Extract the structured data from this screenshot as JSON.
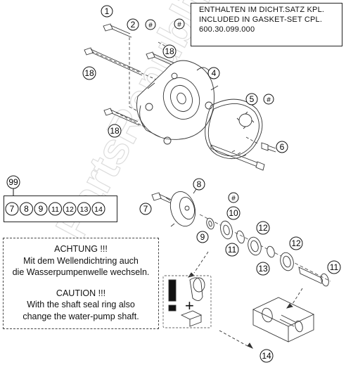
{
  "gasket_note": {
    "line1": "ENTHALTEN IM DICHT.SATZ KPL.",
    "line2": "INCLUDED IN GASKET-SET CPL.",
    "line3": "600.30.099.000"
  },
  "warning_note": {
    "de_title": "ACHTUNG !!!",
    "de_line1": "Mit dem Wellendichtring auch",
    "de_line2": "die Wasserpumpenwelle wechseln.",
    "en_title": "CAUTION !!!",
    "en_line1": "With the shaft seal ring also",
    "en_line2": "change the water-pump shaft."
  },
  "set_callout": {
    "label": "99",
    "items": [
      "7",
      "8",
      "9",
      "11",
      "12",
      "13",
      "14"
    ]
  },
  "callouts": {
    "c1": "1",
    "c2": "2",
    "c4": "4",
    "c5": "5",
    "c6": "6",
    "c7": "7",
    "c8": "8",
    "c9": "9",
    "c10": "10",
    "c11a": "11",
    "c11b": "11",
    "c12a": "12",
    "c12b": "12",
    "c13": "13",
    "c14": "14",
    "c18a": "18",
    "c18b": "18",
    "c18c": "18",
    "hash_note": "#",
    "hash_2": "#",
    "hash_5": "#",
    "hash_10": "#"
  },
  "watermark": "PartsRepublik"
}
